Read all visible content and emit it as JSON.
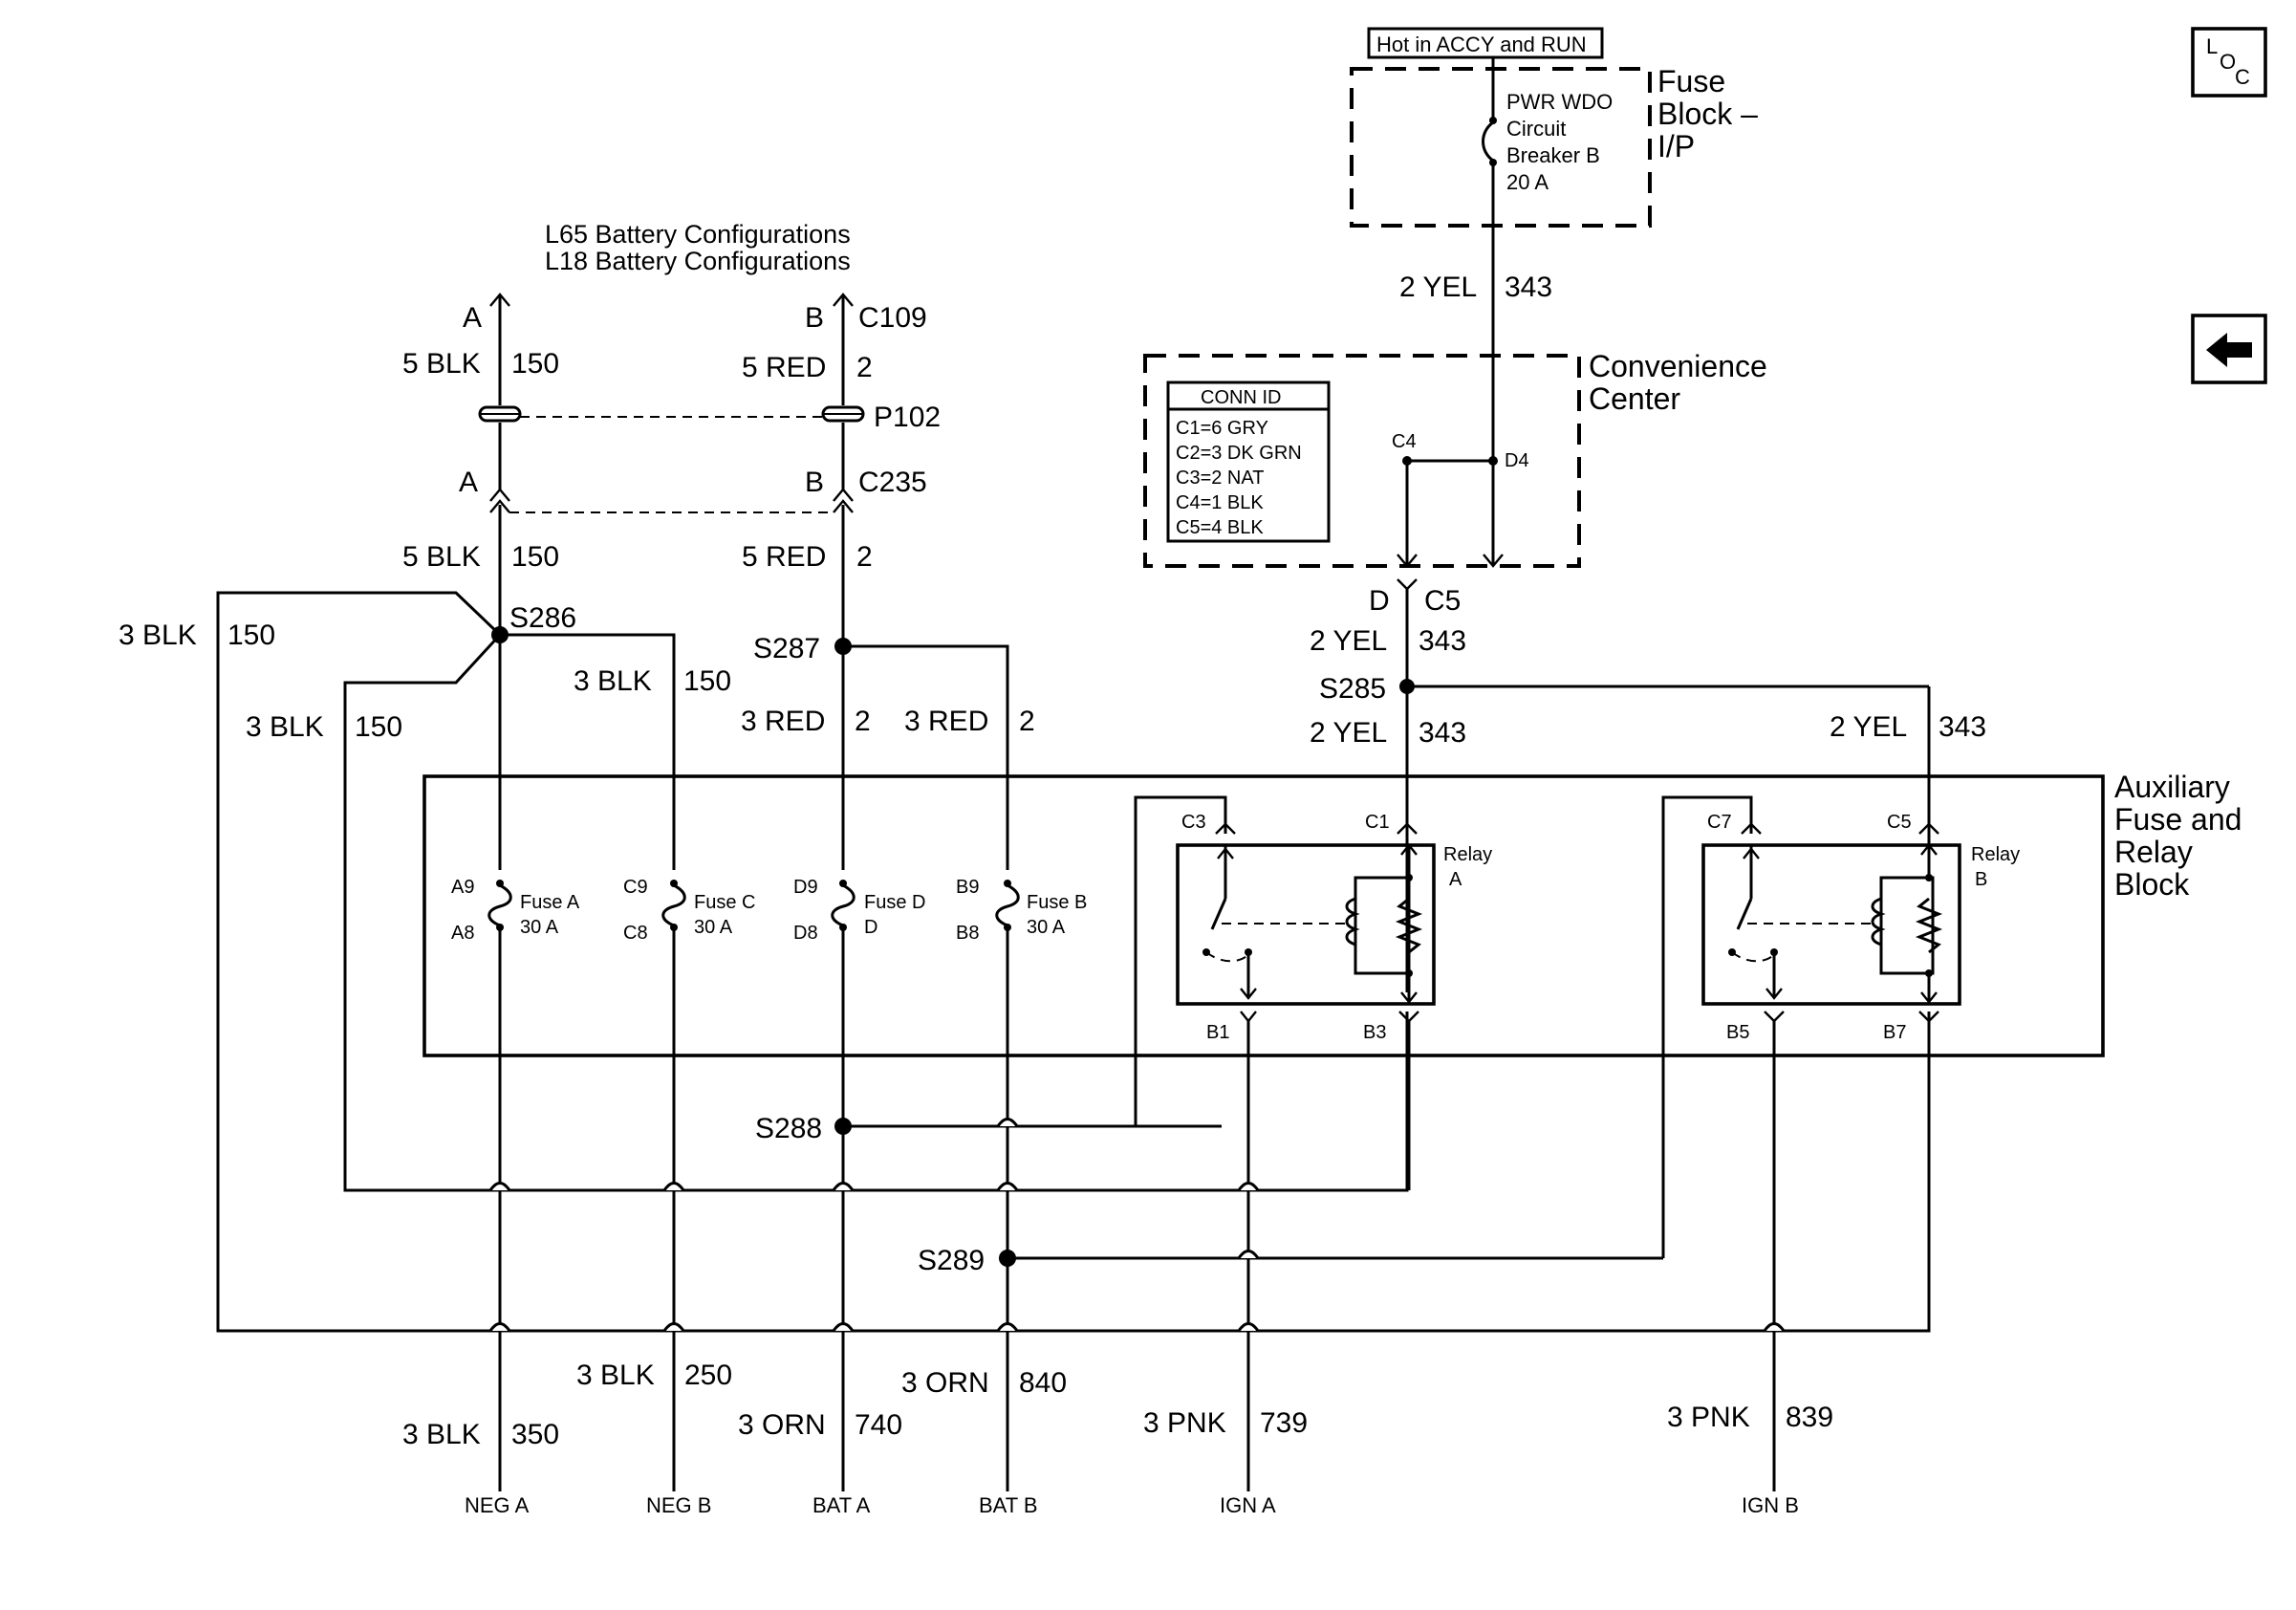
{
  "header": {
    "hot_label": "Hot in ACCY and RUN",
    "battery_config_1": "L65 Battery Configurations",
    "battery_config_2": "L18 Battery Configurations"
  },
  "nav": {
    "loc_l": "L",
    "loc_o": "O",
    "loc_c": "C",
    "back_icon": "left-arrow-icon"
  },
  "fuse_block": {
    "title_1": "Fuse",
    "title_2": "Block –",
    "title_3": "I/P",
    "cb_1": "PWR WDO",
    "cb_2": "Circuit",
    "cb_3": "Breaker B",
    "cb_4": "20 A"
  },
  "convenience_center": {
    "title_1": "Convenience",
    "title_2": "Center",
    "conn_id_title": "CONN ID",
    "conn_ids": [
      "C1=6 GRY",
      "C2=3 DK GRN",
      "C3=2 NAT",
      "C4=1 BLK",
      "C5=4 BLK"
    ],
    "pin_c4": "C4",
    "pin_d4": "D4"
  },
  "aux_block": {
    "title_1": "Auxiliary",
    "title_2": "Fuse and",
    "title_3": "Relay",
    "title_4": "Block",
    "fuse_a_top": "A9",
    "fuse_a_bot": "A8",
    "fuse_a_name": "Fuse A",
    "fuse_a_rating": "30 A",
    "fuse_c_top": "C9",
    "fuse_c_bot": "C8",
    "fuse_c_name": "Fuse C",
    "fuse_c_rating": "30 A",
    "fuse_d_top": "D9",
    "fuse_d_bot": "D8",
    "fuse_d_name": "Fuse D",
    "fuse_d_rating": "D",
    "fuse_b_top": "B9",
    "fuse_b_bot": "B8",
    "fuse_b_name": "Fuse B",
    "fuse_b_rating": "30 A",
    "relay_a_1": "Relay",
    "relay_a_2": "A",
    "relay_b_1": "Relay",
    "relay_b_2": "B",
    "pin_c3": "C3",
    "pin_c1": "C1",
    "pin_c7": "C7",
    "pin_c5": "C5",
    "pin_b1": "B1",
    "pin_b3": "B3",
    "pin_b5": "B5",
    "pin_b7": "B7"
  },
  "connectors": {
    "a1": "A",
    "b1": "B",
    "c109": "C109",
    "p102": "P102",
    "a2": "A",
    "b2": "B",
    "c235": "C235",
    "d": "D",
    "c5": "C5"
  },
  "splices": {
    "s286": "S286",
    "s287": "S287",
    "s285": "S285",
    "s288": "S288",
    "s289": "S289"
  },
  "wires": {
    "blk150_top_g": "5 BLK",
    "blk150_top_c": "150",
    "red2_top_g": "5 RED",
    "red2_top_c": "2",
    "blk150_mid_g": "5 BLK",
    "blk150_mid_c": "150",
    "red2_mid_g": "5 RED",
    "red2_mid_c": "2",
    "blk150_l_g": "3 BLK",
    "blk150_l_c": "150",
    "blk150_r_g": "3 BLK",
    "blk150_r_c": "150",
    "blk150_i_g": "3 BLK",
    "blk150_i_c": "150",
    "red2_l_g": "3 RED",
    "red2_l_c": "2",
    "red2_r_g": "3 RED",
    "red2_r_c": "2",
    "yel343_a_g": "2 YEL",
    "yel343_a_c": "343",
    "yel343_b_g": "2 YEL",
    "yel343_b_c": "343",
    "yel343_c_g": "2 YEL",
    "yel343_c_c": "343",
    "yel343_d_g": "2 YEL",
    "yel343_d_c": "343",
    "blk250_g": "3 BLK",
    "blk250_c": "250",
    "blk350_g": "3 BLK",
    "blk350_c": "350",
    "orn740_g": "3 ORN",
    "orn740_c": "740",
    "orn840_g": "3 ORN",
    "orn840_c": "840",
    "pnk739_g": "3 PNK",
    "pnk739_c": "739",
    "pnk839_g": "3 PNK",
    "pnk839_c": "839"
  },
  "terminals": {
    "neg_a": "NEG A",
    "neg_b": "NEG B",
    "bat_a": "BAT A",
    "bat_b": "BAT B",
    "ign_a": "IGN A",
    "ign_b": "IGN B"
  }
}
